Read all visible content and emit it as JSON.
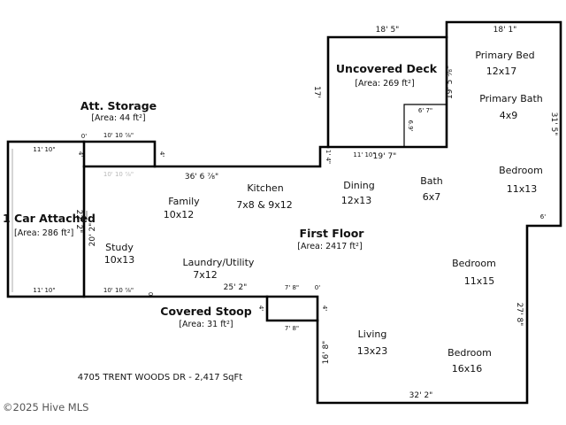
{
  "areas": {
    "garage": {
      "title": "1 Car Attached",
      "area": "[Area: 286 ft²]"
    },
    "storage": {
      "title": "Att. Storage",
      "area": "[Area: 44 ft²]"
    },
    "deck": {
      "title": "Uncovered Deck",
      "area": "[Area: 269 ft²]"
    },
    "first_floor": {
      "title": "First Floor",
      "area": "[Area: 2417 ft²]"
    },
    "stoop": {
      "title": "Covered Stoop",
      "area": "[Area: 31 ft²]"
    }
  },
  "rooms": {
    "family": {
      "name": "Family",
      "size": "10x12"
    },
    "kitchen": {
      "name": "Kitchen",
      "size": "7x8 & 9x12"
    },
    "dining": {
      "name": "Dining",
      "size": "12x13"
    },
    "bath": {
      "name": "Bath",
      "size": "6x7"
    },
    "primary_bed": {
      "name": "Primary Bed",
      "size": "12x17"
    },
    "primary_bath": {
      "name": "Primary Bath",
      "size": "4x9"
    },
    "bedroom_1": {
      "name": "Bedroom",
      "size": "11x13"
    },
    "bedroom_2": {
      "name": "Bedroom",
      "size": "11x15"
    },
    "bedroom_3": {
      "name": "Bedroom",
      "size": "16x16"
    },
    "study": {
      "name": "Study",
      "size": "10x13"
    },
    "laundry": {
      "name": "Laundry/Utility",
      "size": "7x12"
    },
    "living": {
      "name": "Living",
      "size": "13x23"
    }
  },
  "dimensions": {
    "deck_top": "18' 5\"",
    "primary_top": "18' 1\"",
    "deck_left": "17'",
    "deck_inner_v": "19' 5 ⅝\"",
    "deck_notch_w": "6' 7\"",
    "deck_notch_h": "6.9'",
    "primary_right": "31' 5\"",
    "deck_bottom_a": "11' 10\"",
    "deck_bottom_b": "19' 7\"",
    "notch_small": "1' 4\"",
    "main_top": "36' 6 ⅞\"",
    "garage_top": "11' 10\"",
    "storage_top": "10' 10 ⅞\"",
    "storage_bottom": "10' 10 ⅞\"",
    "storage_h": "4'",
    "storage_h2": "4'",
    "zero_a": "0'",
    "garage_height": "22' 2\"",
    "study_height": "20' 2\"",
    "garage_bottom": "11' 10\"",
    "study_bottom": "10' 10 ⅞\"",
    "zero_b": "0'",
    "stoop_top_run": "25' 2\"",
    "stoop_w": "7' 8\"",
    "stoop_w_bottom": "7' 8\"",
    "stoop_h": "4'",
    "stoop_h2": "4'",
    "zero_c": "0'",
    "six_ft": "6'",
    "right_lower": "27' 8\"",
    "living_left": "16' 8\"",
    "living_bottom": "32' 2\""
  },
  "address": "4705 TRENT WOODS DR - 2,417 SqFt",
  "watermark": "©2025 Hive MLS"
}
